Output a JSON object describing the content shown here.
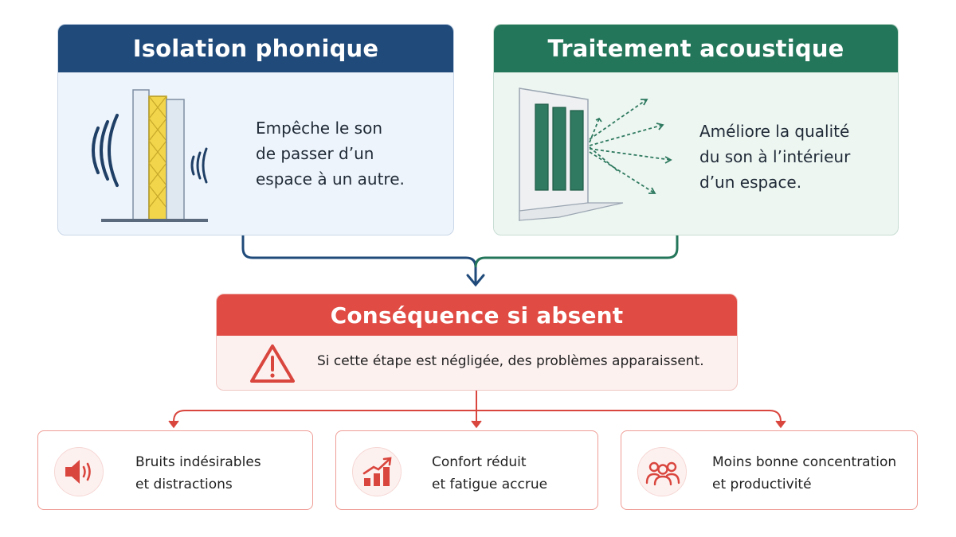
{
  "top_cards": [
    {
      "title": "Isolation phonique",
      "lines": [
        "Empêche le son",
        "de passer d’un",
        "espace à un autre."
      ],
      "color": "#1f4a7a",
      "icon": "soundproof-wall-icon"
    },
    {
      "title": "Traitement acoustique",
      "lines": [
        "Améliore la qualité",
        "du son à l’intérieur",
        "d’un espace."
      ],
      "color": "#24765a",
      "icon": "acoustic-panel-icon"
    }
  ],
  "consequence": {
    "title": "Conséquence si absent",
    "text": "Si cette étape est négligée, des problèmes apparaissent.",
    "color": "#e04b43",
    "icon": "warning-icon"
  },
  "outcomes": [
    {
      "lines": [
        "Bruits indésirables",
        "et distractions"
      ],
      "icon": "speaker-icon"
    },
    {
      "lines": [
        "Confort réduit",
        "et fatigue accrue"
      ],
      "icon": "rising-bars-icon"
    },
    {
      "lines": [
        "Moins bonne concentration",
        "et productivité"
      ],
      "icon": "people-icon"
    }
  ]
}
